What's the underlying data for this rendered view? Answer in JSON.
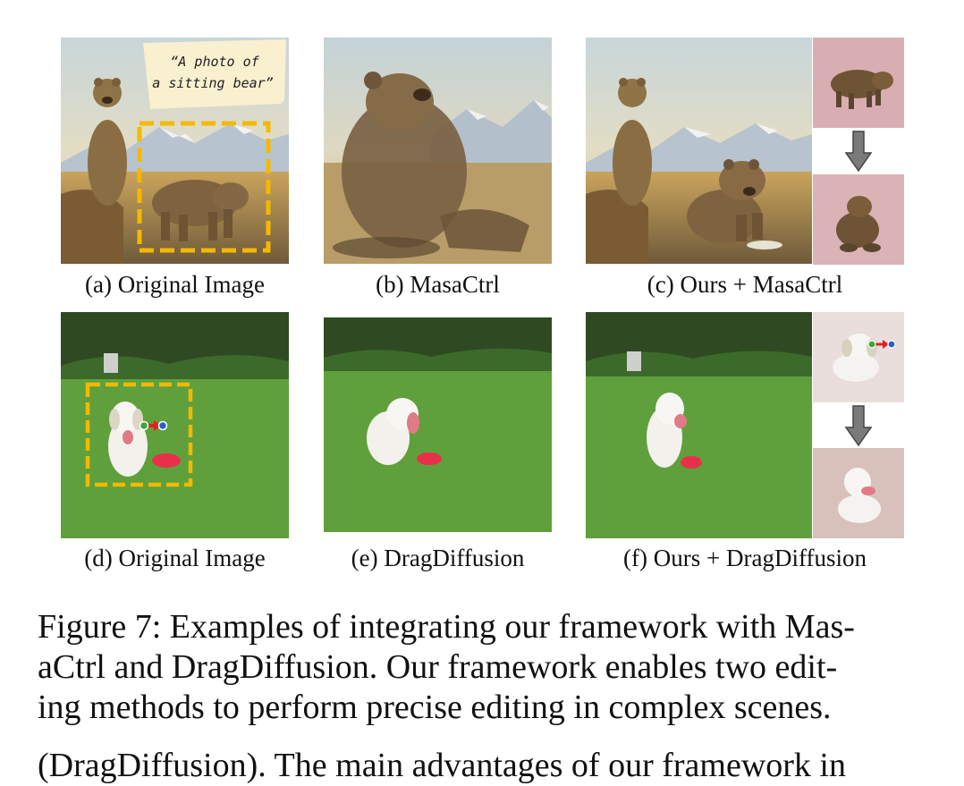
{
  "figure": {
    "prompt_bubble": [
      "“A photo of",
      "a sitting bear”"
    ],
    "labels": {
      "a": "(a) Original Image",
      "b": "(b) MasaCtrl",
      "c": "(c) Ours + MasaCtrl",
      "d": "(d) Original Image",
      "e": "(e) DragDiffusion",
      "f": "(f) Ours + DragDiffusion"
    },
    "caption_lines": [
      "Figure 7: Examples of integrating our framework with Mas-",
      "aCtrl and DragDiffusion. Our framework enables two edit-",
      "ing methods to perform precise editing in complex scenes."
    ],
    "next_paragraph_fragment": "(DragDiffusion). The main advantages of our framework in"
  },
  "colors": {
    "highlight_box": "#f5b800",
    "drag_start": "#3aa836",
    "drag_end": "#2a5fd0",
    "drag_arrow": "#e22020",
    "down_arrow": "#7a7a7a"
  }
}
